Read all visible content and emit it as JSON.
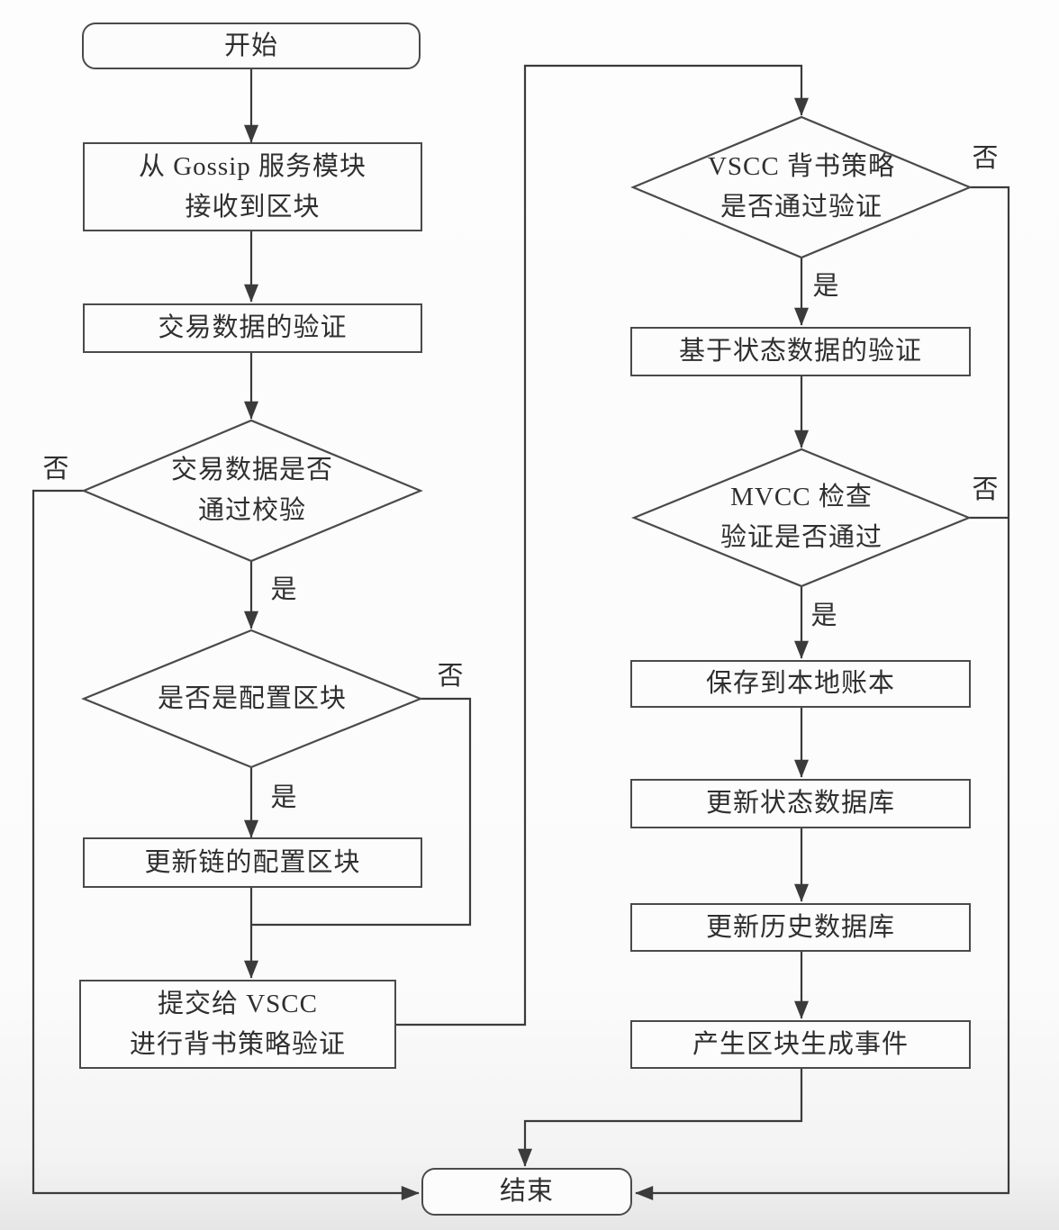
{
  "flowchart": {
    "nodes": {
      "start": {
        "type": "terminator",
        "label": "开始"
      },
      "receive_block": {
        "type": "process",
        "label": "从 Gossip 服务模块\n接收到区块"
      },
      "tx_validation": {
        "type": "process",
        "label": "交易数据的验证"
      },
      "tx_check": {
        "type": "decision",
        "label": "交易数据是否\n通过校验"
      },
      "is_config_block": {
        "type": "decision",
        "label": "是否是配置区块"
      },
      "update_config": {
        "type": "process",
        "label": "更新链的配置区块"
      },
      "submit_vscc": {
        "type": "process",
        "label": "提交给 VSCC\n进行背书策略验证"
      },
      "vscc_check": {
        "type": "decision",
        "label": "VSCC 背书策略\n是否通过验证"
      },
      "state_validation": {
        "type": "process",
        "label": "基于状态数据的验证"
      },
      "mvcc_check": {
        "type": "decision",
        "label": "MVCC 检查\n验证是否通过"
      },
      "save_ledger": {
        "type": "process",
        "label": "保存到本地账本"
      },
      "update_state_db": {
        "type": "process",
        "label": "更新状态数据库"
      },
      "update_history_db": {
        "type": "process",
        "label": "更新历史数据库"
      },
      "block_event": {
        "type": "process",
        "label": "产生区块生成事件"
      },
      "end": {
        "type": "terminator",
        "label": "结束"
      }
    },
    "branch_labels": {
      "yes": "是",
      "no": "否"
    },
    "edges": [
      {
        "from": "start",
        "to": "receive_block"
      },
      {
        "from": "receive_block",
        "to": "tx_validation"
      },
      {
        "from": "tx_validation",
        "to": "tx_check"
      },
      {
        "from": "tx_check",
        "to": "is_config_block",
        "label": "是"
      },
      {
        "from": "tx_check",
        "to": "end",
        "label": "否"
      },
      {
        "from": "is_config_block",
        "to": "update_config",
        "label": "是"
      },
      {
        "from": "is_config_block",
        "to": "submit_vscc",
        "label": "否"
      },
      {
        "from": "update_config",
        "to": "submit_vscc"
      },
      {
        "from": "submit_vscc",
        "to": "vscc_check"
      },
      {
        "from": "vscc_check",
        "to": "state_validation",
        "label": "是"
      },
      {
        "from": "vscc_check",
        "to": "end",
        "label": "否"
      },
      {
        "from": "state_validation",
        "to": "mvcc_check"
      },
      {
        "from": "mvcc_check",
        "to": "save_ledger",
        "label": "是"
      },
      {
        "from": "mvcc_check",
        "to": "end",
        "label": "否"
      },
      {
        "from": "save_ledger",
        "to": "update_state_db"
      },
      {
        "from": "update_state_db",
        "to": "update_history_db"
      },
      {
        "from": "update_history_db",
        "to": "block_event"
      },
      {
        "from": "block_event",
        "to": "end"
      }
    ],
    "colors": {
      "line": "#3b3b3b",
      "node_border": "#4a4a4a",
      "node_fill": "#fcfcfc",
      "text": "#2f2f2f",
      "background": "#fbfbfb"
    }
  }
}
